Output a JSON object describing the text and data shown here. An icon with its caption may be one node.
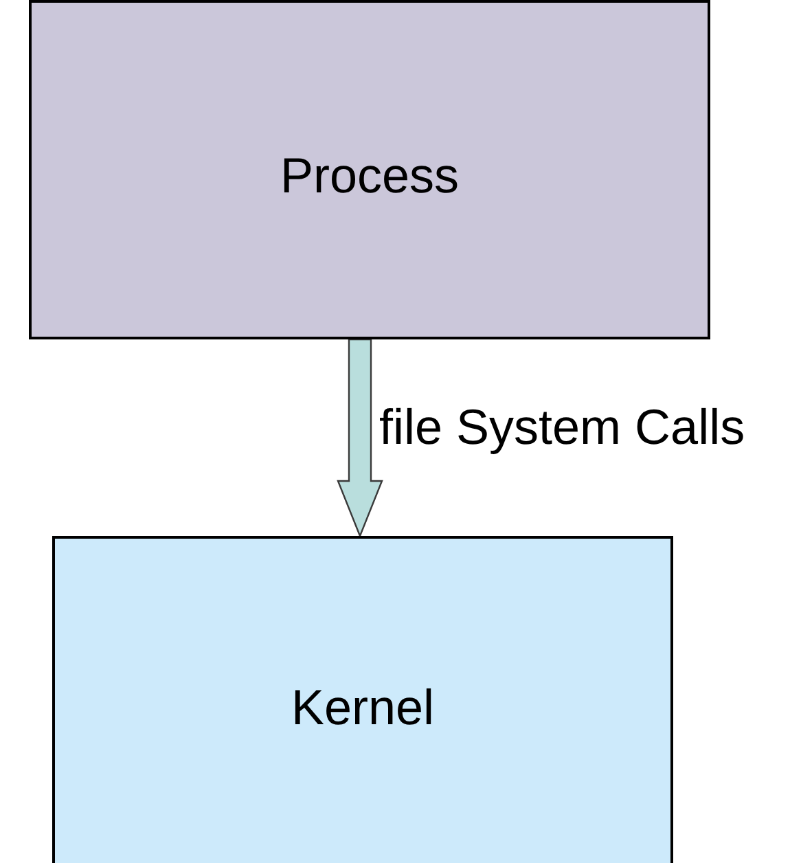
{
  "diagram": {
    "nodes": [
      {
        "text": [
          "Process"
        ]
      },
      {
        "text": [
          "Kernel"
        ]
      }
    ],
    "edges": [
      {
        "from": 0,
        "to": 1,
        "arrow": "to",
        "label": "file System Calls",
        "color": "#b9dedd"
      }
    ]
  }
}
